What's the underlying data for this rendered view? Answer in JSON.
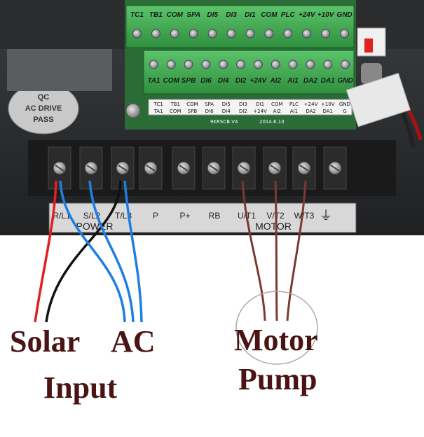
{
  "board": {
    "top_row": [
      "TC1",
      "TB1",
      "COM",
      "SPA",
      "DI5",
      "DI3",
      "DI1",
      "COM",
      "PLC",
      "+24V",
      "+10V",
      "GND"
    ],
    "second_row": [
      "TA1",
      "COM",
      "SPB",
      "DI6",
      "DI4",
      "DI2",
      "+24V",
      "AI2",
      "AI1",
      "DA2",
      "DA1",
      "GND"
    ],
    "sticker_row1": [
      "TC1",
      "TB1",
      "COM",
      "SPA",
      "DI5",
      "DI3",
      "DI1",
      "COM",
      "PLC",
      "+24V",
      "+10V",
      "GND"
    ],
    "sticker_row2": [
      "TA1",
      "COM",
      "SPB",
      "DI6",
      "DI4",
      "DI2",
      "+24V",
      "AI2",
      "AI1",
      "DA2",
      "DA1",
      "G"
    ],
    "version": "9KRSCB.V4",
    "date": "2014.6.13",
    "qc_line1": "QC",
    "qc_line2": "AC DRIVE",
    "qc_line3": "PASS"
  },
  "power_strip": {
    "terminals": [
      "R/L1",
      "S/L2",
      "T/L3",
      "P",
      "P+",
      "RB",
      "U/T1",
      "V/T2",
      "W/T3"
    ],
    "group_power": "POWER",
    "group_motor": "MOTOR",
    "ground_symbol": "⏚"
  },
  "labels": {
    "solar": "Solar",
    "input": "Input",
    "ac": "AC",
    "motor": "Motor",
    "pump": "Pump"
  },
  "colors": {
    "red_wire": "#e02020",
    "black_wire": "#111111",
    "blue_wire": "#1f7fe0",
    "brown_wire": "#7a3a30",
    "label": "#4a1414"
  }
}
